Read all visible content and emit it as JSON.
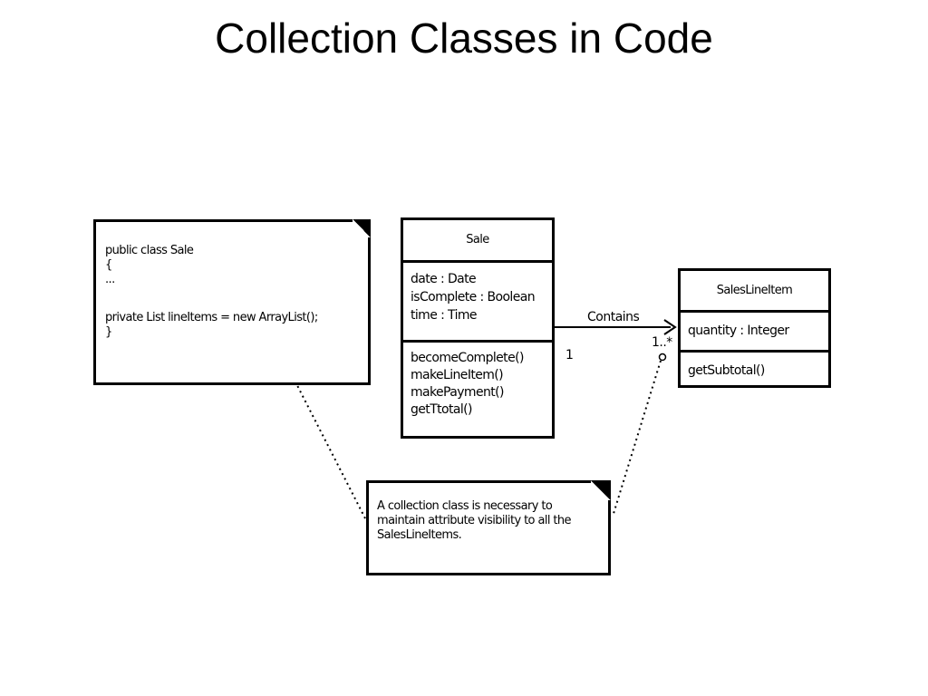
{
  "title": "Collection Classes in Code",
  "code_note": {
    "lines": [
      "public class Sale",
      "{",
      "...",
      "",
      "private List lineItems = new ArrayList();",
      "}"
    ]
  },
  "sale_class": {
    "name": "Sale",
    "attributes": [
      "date : Date",
      "isComplete : Boolean",
      "time : Time"
    ],
    "operations": [
      "becomeComplete()",
      "makeLineItem()",
      "makePayment()",
      "getTtotal()"
    ]
  },
  "sli_class": {
    "name": "SalesLineItem",
    "attributes": [
      "quantity : Integer"
    ],
    "operations": [
      "getSubtotal()"
    ]
  },
  "association": {
    "label": "Contains",
    "mult_sale": "1",
    "mult_sli": "1..*"
  },
  "comment_note": {
    "lines": [
      "A collection class is necessary to",
      "maintain attribute visibility to all the",
      "SalesLineItems."
    ]
  }
}
